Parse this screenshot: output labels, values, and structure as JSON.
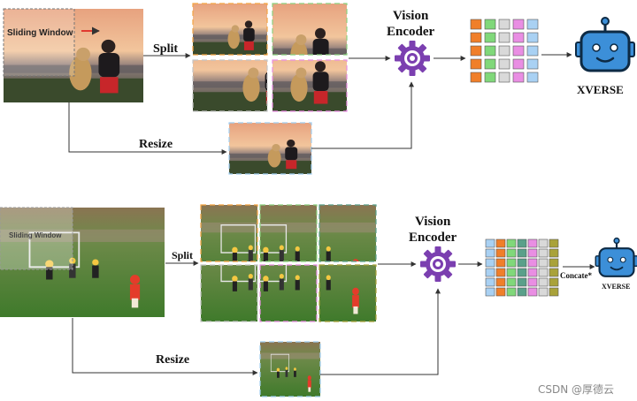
{
  "top": {
    "sliding_window_label": "Sliding Window",
    "split_label": "Split",
    "resize_label": "Resize",
    "encoder_label_line1": "Vision",
    "encoder_label_line2": "Encoder",
    "model_label": "XVERSE",
    "token_grid": {
      "rows": 5,
      "columns": [
        "#f07f2a",
        "#80d87a",
        "#d9d9d9",
        "#e98ee3",
        "#a9d1f3"
      ]
    }
  },
  "bottom": {
    "sliding_window_label": "Sliding Window",
    "split_label": "Split",
    "resize_label": "Resize",
    "encoder_label_line1": "Vision",
    "encoder_label_line2": "Encoder",
    "concat_label": "Concate*",
    "model_label": "XVERSE",
    "token_grid": {
      "rows": 6,
      "columns": [
        "#a9d1f3",
        "#f07f2a",
        "#80d87a",
        "#5aa08a",
        "#e98ee3",
        "#d9d9d9",
        "#a9a23a"
      ]
    }
  },
  "colors": {
    "encoder_gear": "#7b3fb0",
    "robot_face": "#3c8fd8",
    "robot_outline": "#0d2a44",
    "arrow": "#333333"
  },
  "watermark": "CSDN @厚德云"
}
